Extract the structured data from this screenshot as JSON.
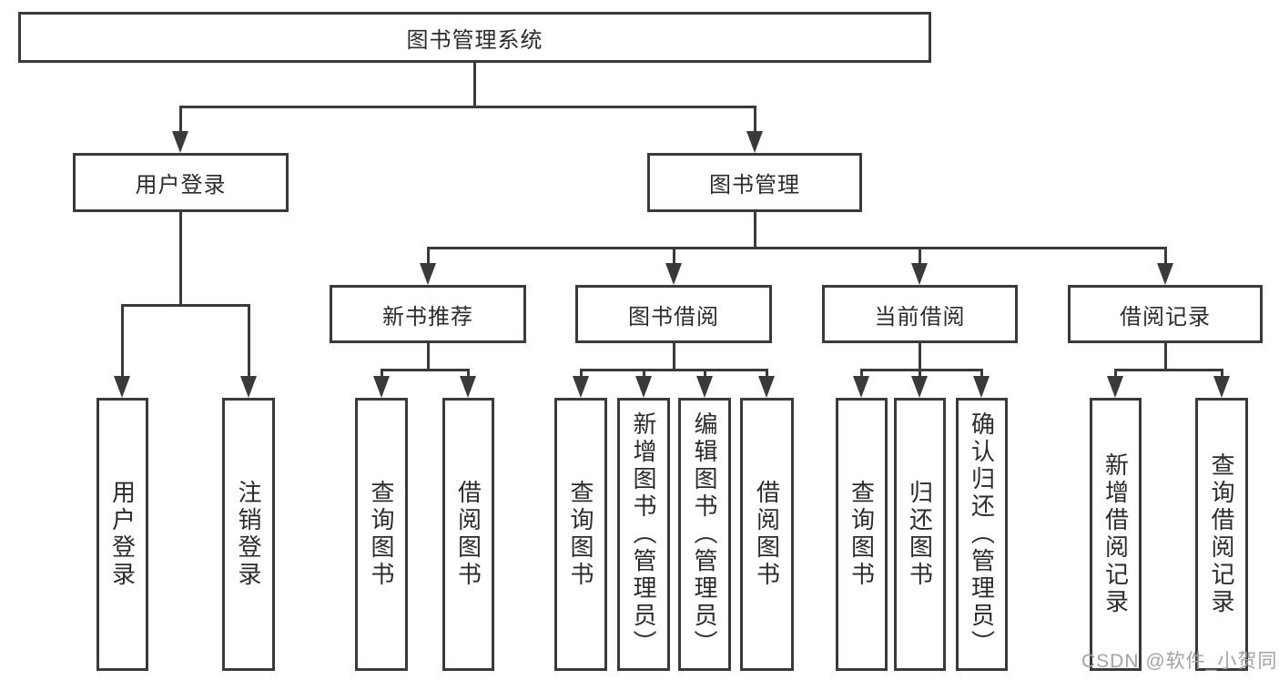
{
  "diagram_type": "functional-structure-tree",
  "tree": {
    "label": "图书管理系统",
    "children": [
      {
        "label": "用户登录",
        "children": [
          {
            "label": "用户登录"
          },
          {
            "label": "注销登录"
          }
        ]
      },
      {
        "label": "图书管理",
        "children": [
          {
            "label": "新书推荐",
            "children": [
              {
                "label": "查询图书"
              },
              {
                "label": "借阅图书"
              }
            ]
          },
          {
            "label": "图书借阅",
            "children": [
              {
                "label": "查询图书"
              },
              {
                "label": "新增图书（管理员）"
              },
              {
                "label": "编辑图书（管理员）"
              },
              {
                "label": "借阅图书"
              }
            ]
          },
          {
            "label": "当前借阅",
            "children": [
              {
                "label": "查询图书"
              },
              {
                "label": "归还图书"
              },
              {
                "label": "确认归还（管理员）"
              }
            ]
          },
          {
            "label": "借阅记录",
            "children": [
              {
                "label": "新增借阅记录"
              },
              {
                "label": "查询借阅记录"
              }
            ]
          }
        ]
      }
    ]
  },
  "watermark": {
    "text": "CSDN @软件_小贺同学"
  },
  "colors": {
    "stroke": "#3a3a3a",
    "text": "#2b2b2b",
    "background": "#ffffff",
    "watermark": "#a3a3a3"
  }
}
